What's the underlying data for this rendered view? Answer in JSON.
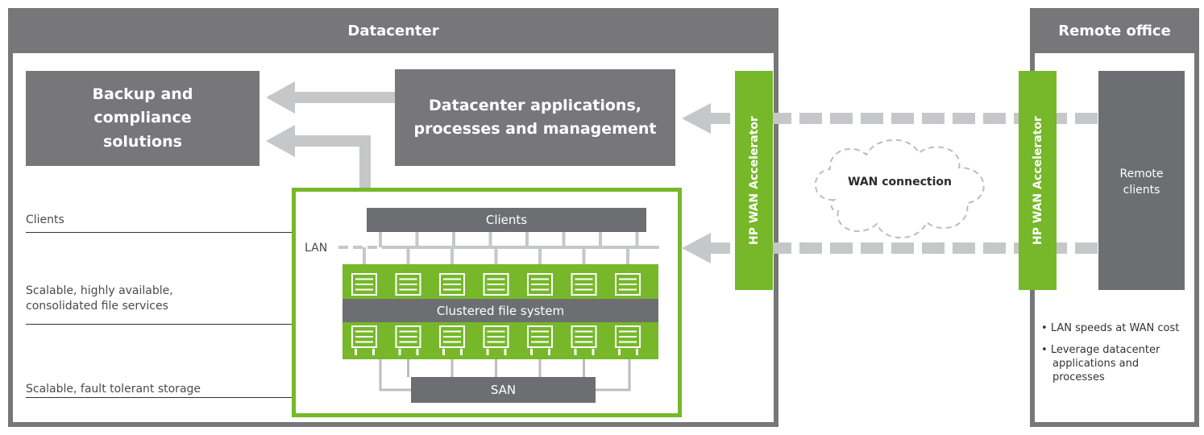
{
  "datacenter": {
    "title": "Datacenter",
    "backup_box": "Backup and compliance solutions",
    "apps_box": "Datacenter applications, processes and management",
    "cluster": {
      "clients_bar": "Clients",
      "lan_label": "LAN",
      "fs_bar": "Clustered file system",
      "san_bar": "SAN",
      "server_count": 7
    },
    "side_labels": {
      "clients": "Clients",
      "file_services_line1": "Scalable, highly available,",
      "file_services_line2": "consolidated file services",
      "storage": "Scalable, fault tolerant storage"
    }
  },
  "wan": {
    "accelerator_left": "HP WAN Accelerator",
    "accelerator_right": "HP WAN Accelerator",
    "cloud_label": "WAN connection"
  },
  "remote_office": {
    "title": "Remote office",
    "clients_box_line1": "Remote",
    "clients_box_line2": "clients",
    "bullets": [
      "LAN speeds at WAN cost",
      "Leverage datacenter applications and processes"
    ]
  },
  "colors": {
    "frame_gray": "#77777a",
    "accent_green": "#76b82a",
    "arrow_gray": "#c6c7c8",
    "text_dark": "#4a4a4d"
  }
}
